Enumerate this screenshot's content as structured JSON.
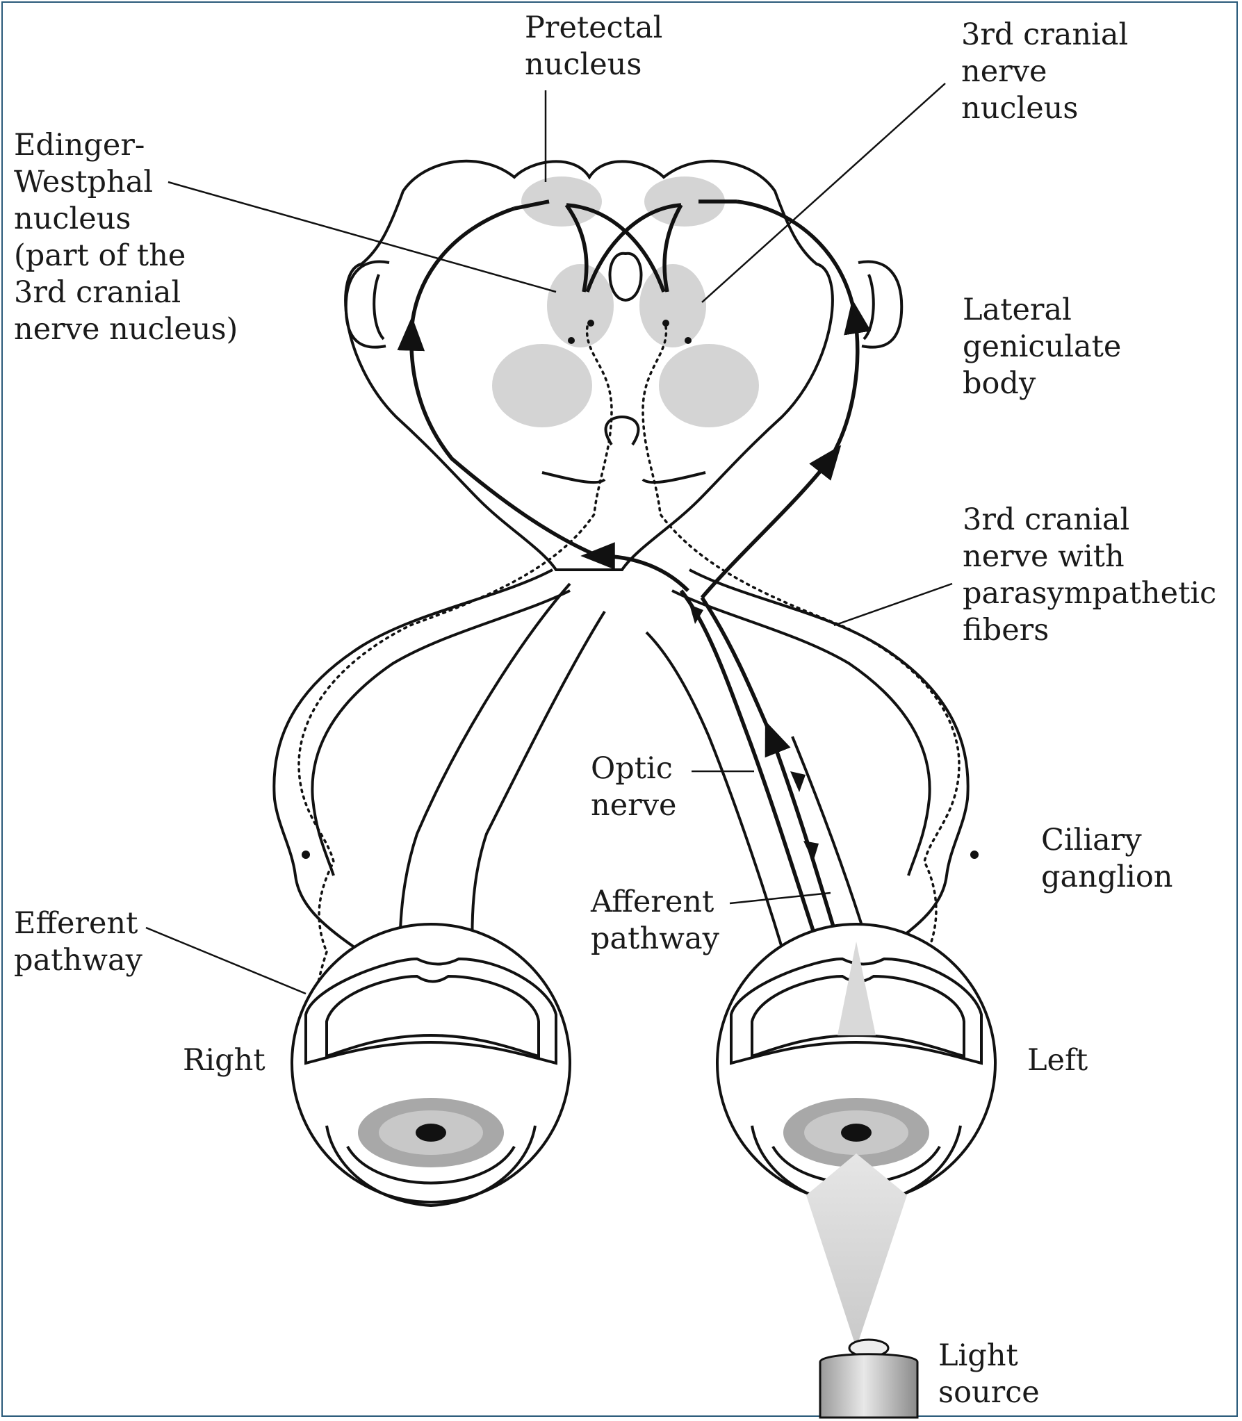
{
  "labels": {
    "pretectal": [
      "Pretectal",
      "nucleus"
    ],
    "third_nucleus": [
      "3rd cranial",
      "nerve",
      "nucleus"
    ],
    "edinger": [
      "Edinger-",
      "Westphal",
      "nucleus",
      "(part of the",
      "3rd cranial",
      "nerve nucleus)"
    ],
    "lgb": [
      "Lateral",
      "geniculate",
      "body"
    ],
    "third_nerve": [
      "3rd cranial",
      "nerve with",
      "parasympathetic",
      "fibers"
    ],
    "optic": [
      "Optic",
      "nerve"
    ],
    "ciliary": [
      "Ciliary",
      "ganglion"
    ],
    "afferent": [
      "Afferent",
      "pathway"
    ],
    "efferent": [
      "Efferent",
      "pathway"
    ],
    "right": "Right",
    "left": "Left",
    "light": [
      "Light",
      "source"
    ]
  },
  "colors": {
    "stroke": "#111111",
    "nucleus_fill": "#d4d4d4",
    "frame": "#2a5a7a",
    "iris": "#a8a8a8",
    "beam": "#d9d9d9"
  }
}
